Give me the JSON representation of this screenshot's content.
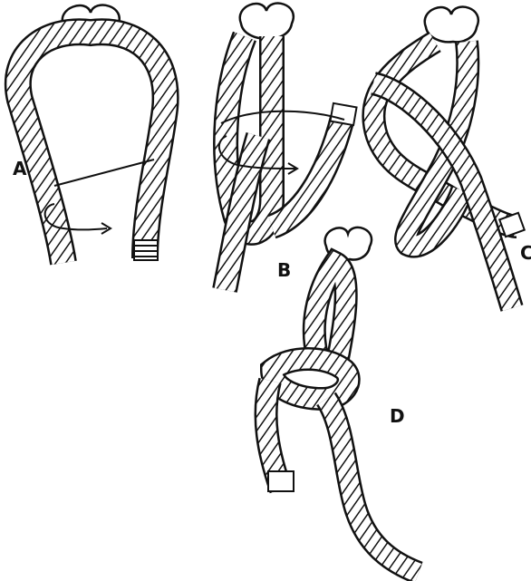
{
  "diagram": {
    "colors": {
      "ink": "#111111",
      "paper": "#ffffff"
    },
    "steps": [
      {
        "id": "A",
        "label": "A"
      },
      {
        "id": "B",
        "label": "B"
      },
      {
        "id": "C",
        "label": "C"
      },
      {
        "id": "D",
        "label": "D"
      }
    ]
  }
}
